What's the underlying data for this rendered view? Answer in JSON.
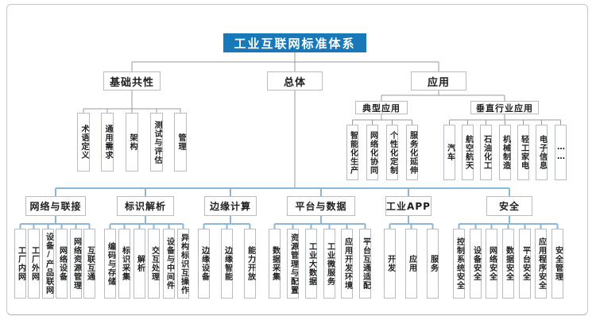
{
  "tree": {
    "root": "工业互联网标准体系",
    "foundation": {
      "label": "基础共性",
      "children": [
        "术语定义",
        "通用需求",
        "架构",
        "测试与评估",
        "管理"
      ]
    },
    "overall": {
      "label": "总体"
    },
    "application": {
      "label": "应用",
      "typical": {
        "label": "典型应用",
        "children": [
          "智能化生产",
          "网络化协同",
          "个性化定制",
          "服务化延伸"
        ]
      },
      "vertical": {
        "label": "垂直行业应用",
        "children": [
          "汽车",
          "航空航天",
          "石油化工",
          "机械制造",
          "轻工家电",
          "电子信息",
          "……"
        ]
      }
    },
    "branches": [
      {
        "label": "网络与联接",
        "children": [
          "工厂内网",
          "工厂外网",
          "设备/产品联网",
          "网络设备",
          "网络资源管理",
          "互联互通"
        ]
      },
      {
        "label": "标识解析",
        "children": [
          "编码与存储",
          "标识采集",
          "解析",
          "交互处理",
          "设备与中间件",
          "异构标识互操作"
        ]
      },
      {
        "label": "边缘计算",
        "children": [
          "边缘设备",
          "边缘智能",
          "能力开放"
        ]
      },
      {
        "label": "平台与数据",
        "children": [
          "数据采集",
          "资源管理与配置",
          "工业大数据",
          "工业微服务",
          "应用开发环境",
          "平台互通适配"
        ]
      },
      {
        "label": "工业APP",
        "children": [
          "开发",
          "应用",
          "服务"
        ]
      },
      {
        "label": "安全",
        "children": [
          "控制系统安全",
          "设备安全",
          "网络安全",
          "数据安全",
          "平台安全",
          "应用程序安全",
          "安全管理"
        ]
      }
    ],
    "colors": {
      "root_bg": "#1878b8",
      "line_gray": "#9a9a9a",
      "line_blue": "#8ab7d8",
      "box_border": "#b8bdc3"
    }
  }
}
